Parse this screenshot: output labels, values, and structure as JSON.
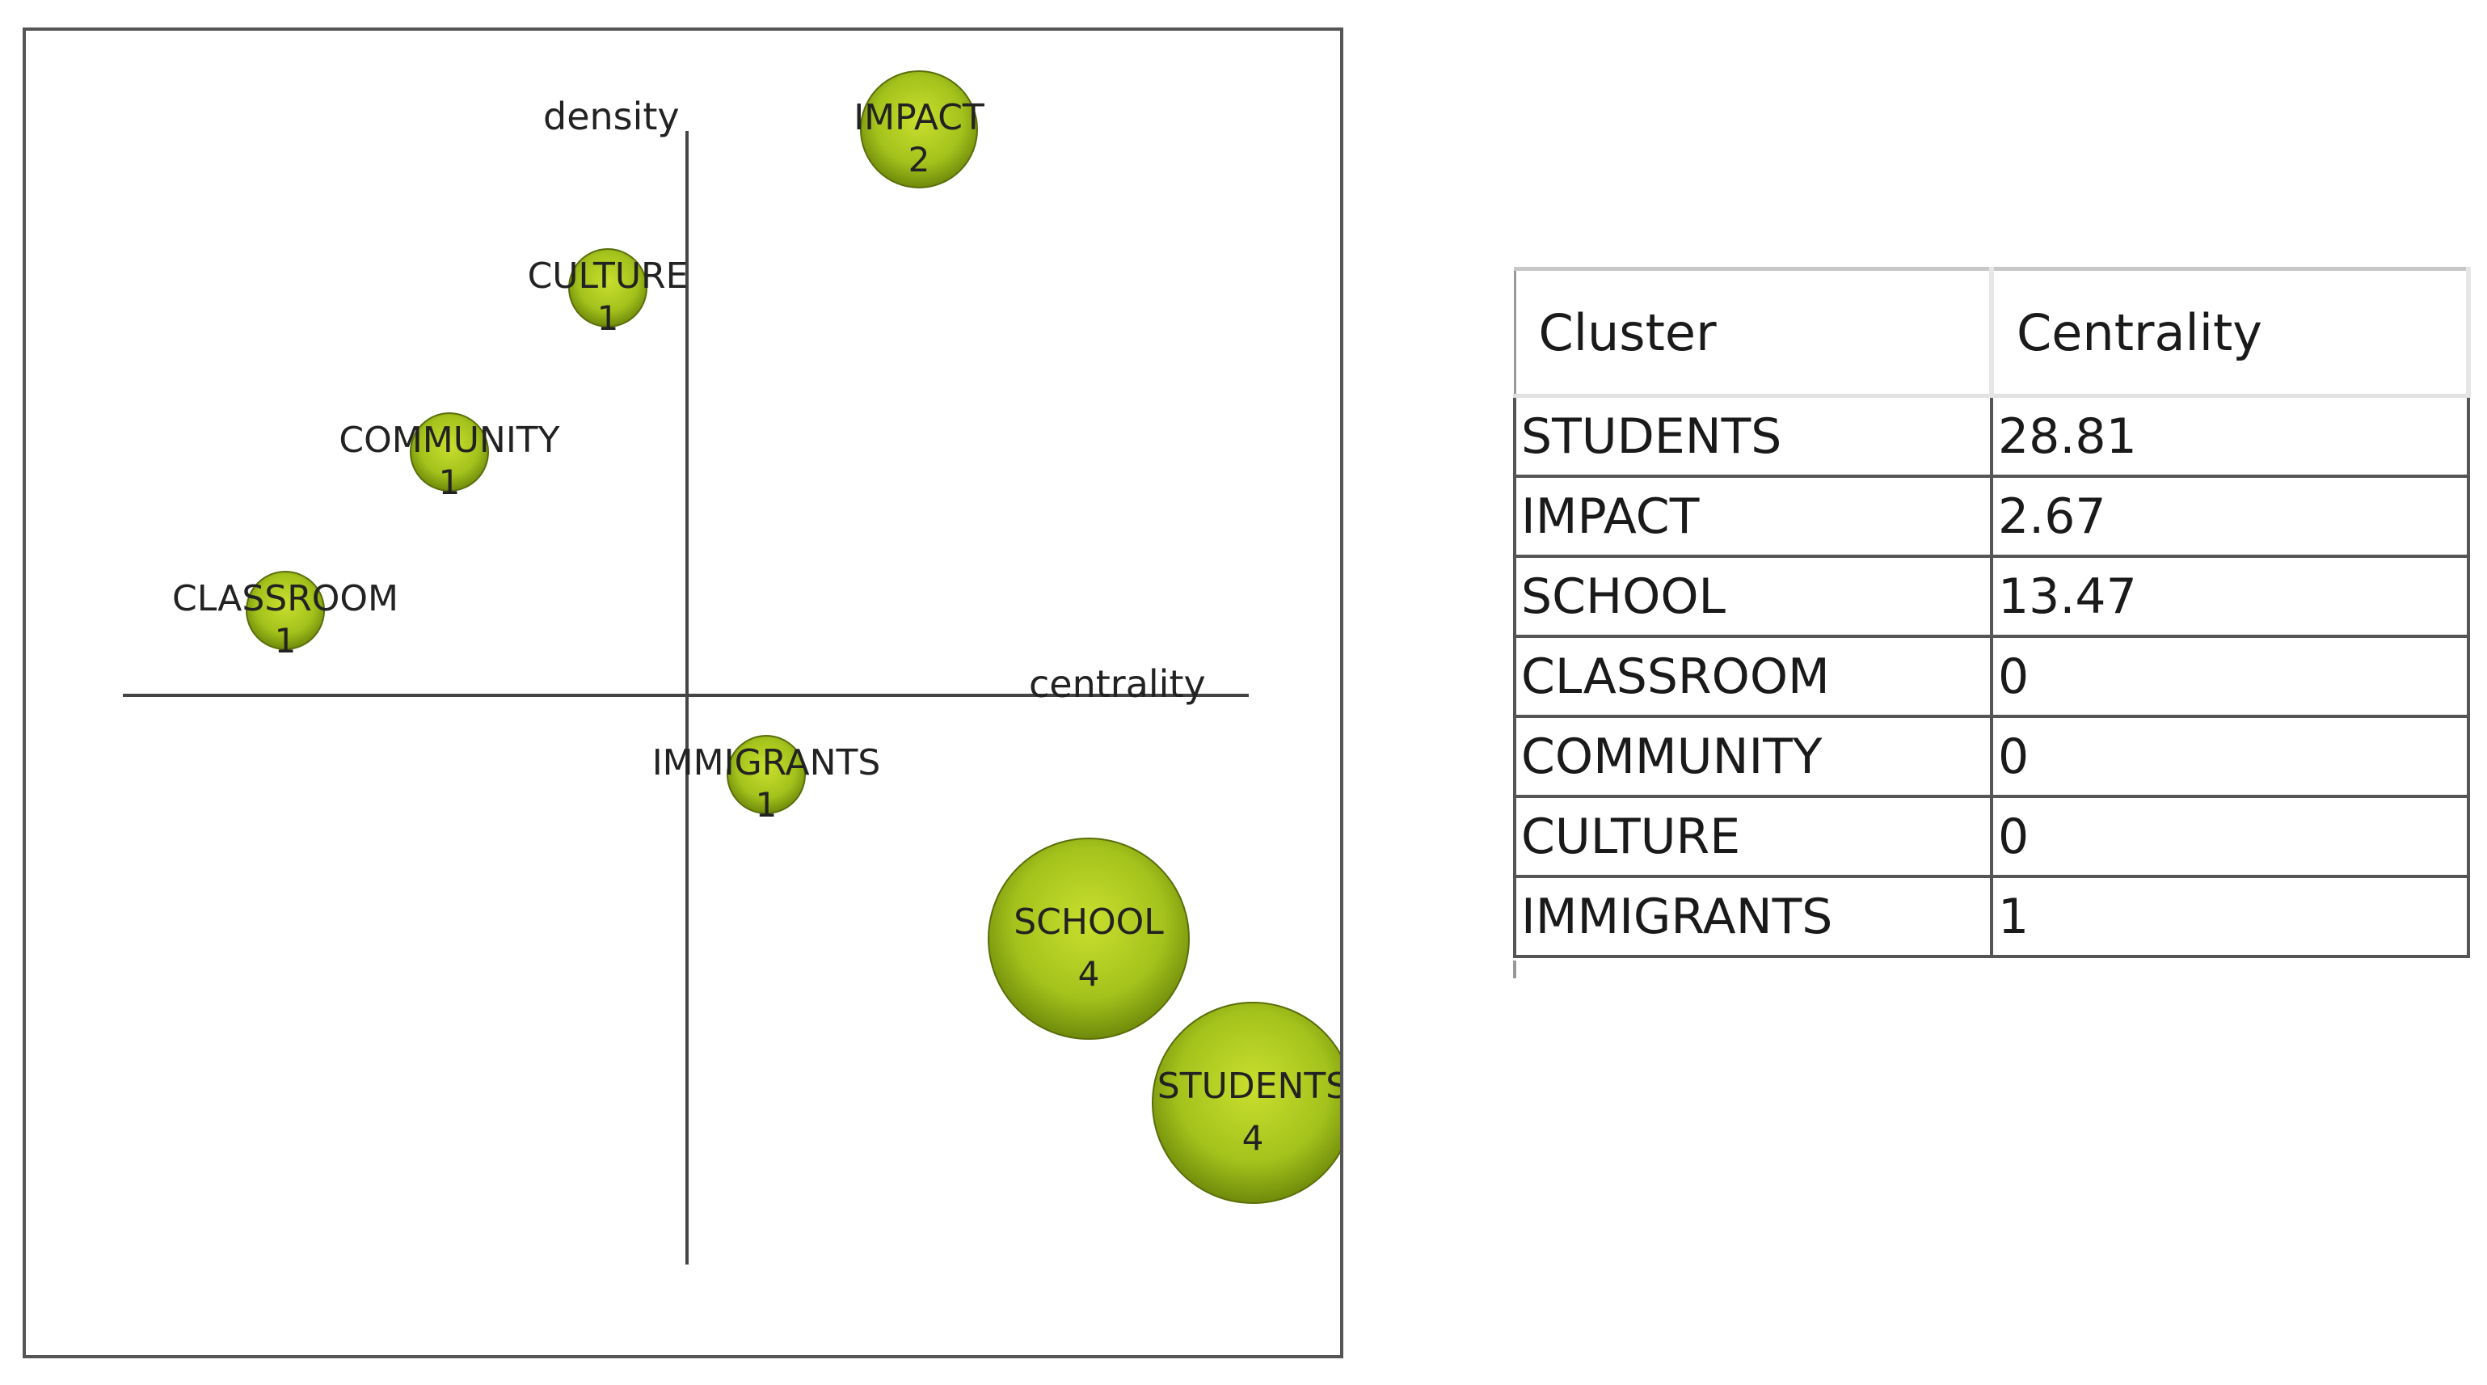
{
  "chart_data": [
    {
      "type": "bubble",
      "title": "",
      "axis_labels": {
        "x": "centrality",
        "y": "density"
      },
      "bubbles": [
        {
          "name": "IMPACT",
          "count": 2,
          "size": 2,
          "x": 0.41,
          "y": 1.0
        },
        {
          "name": "CULTURE",
          "count": 1,
          "size": 1,
          "x": -0.14,
          "y": 0.72
        },
        {
          "name": "COMMUNITY",
          "count": 1,
          "size": 1,
          "x": -0.42,
          "y": 0.43
        },
        {
          "name": "CLASSROOM",
          "count": 1,
          "size": 1,
          "x": -0.71,
          "y": 0.15
        },
        {
          "name": "IMMIGRANTS",
          "count": 1,
          "size": 1,
          "x": 0.14,
          "y": -0.14
        },
        {
          "name": "SCHOOL",
          "count": 4,
          "size": 4,
          "x": 0.71,
          "y": -0.43
        },
        {
          "name": "STUDENTS",
          "count": 4,
          "size": 4,
          "x": 1.0,
          "y": -0.72
        }
      ],
      "bubble_color": "#a4c21c"
    },
    {
      "type": "table",
      "columns": [
        "Cluster",
        "Centrality"
      ],
      "rows": [
        [
          "STUDENTS",
          "28.81"
        ],
        [
          "IMPACT",
          "2.67"
        ],
        [
          "SCHOOL",
          "13.47"
        ],
        [
          "CLASSROOM",
          "0"
        ],
        [
          "COMMUNITY",
          "0"
        ],
        [
          "CULTURE",
          "0"
        ],
        [
          "IMMIGRANTS",
          "1"
        ]
      ]
    }
  ]
}
